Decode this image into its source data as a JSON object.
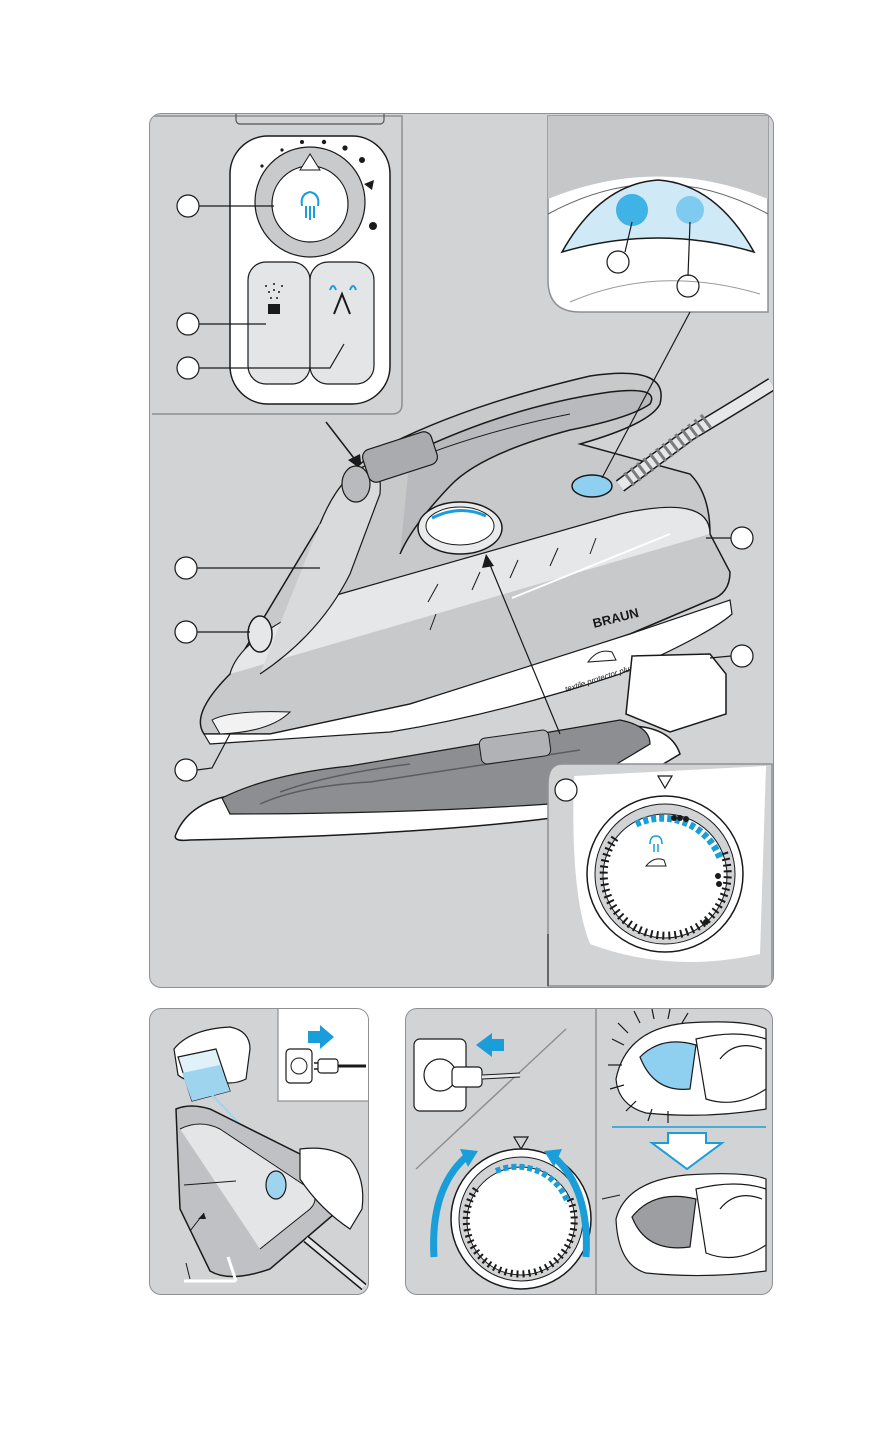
{
  "product": {
    "brand": "BRAUN",
    "soleplate_label": "textile protector plus"
  },
  "callouts": [
    {
      "id": "steam-button"
    },
    {
      "id": "spray-button"
    },
    {
      "id": "shot-button"
    },
    {
      "id": "water-tank"
    },
    {
      "id": "filler-opening"
    },
    {
      "id": "spray-nozzle"
    },
    {
      "id": "cord-light"
    },
    {
      "id": "cord-storage"
    },
    {
      "id": "textile-protector"
    },
    {
      "id": "temperature-dial"
    },
    {
      "id": "temperature-light"
    },
    {
      "id": "ready-light"
    }
  ],
  "colors": {
    "panel_bg": "#d2d3d5",
    "accent_blue": "#1a9ed9",
    "light_blue": "#a9d8f0",
    "line": "#1a1a1a"
  },
  "icons": [
    "steam-icon",
    "spray-icon",
    "shot-of-steam-icon",
    "plug-icon",
    "socket-icon",
    "arrow-right-icon",
    "arrow-left-icon",
    "down-arrow-icon",
    "triangle-marker-icon"
  ]
}
